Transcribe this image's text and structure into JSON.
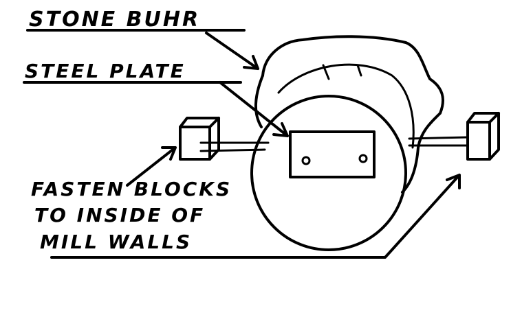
{
  "labels": {
    "stone_buhr": "STONE BUHR",
    "steel_plate": "STEEL PLATE",
    "fasten_line1": "FASTEN BLOCKS",
    "fasten_line2": "TO INSIDE OF",
    "fasten_line3": "MILL WALLS"
  },
  "colors": {
    "ink": "#000000",
    "paper": "#ffffff"
  }
}
